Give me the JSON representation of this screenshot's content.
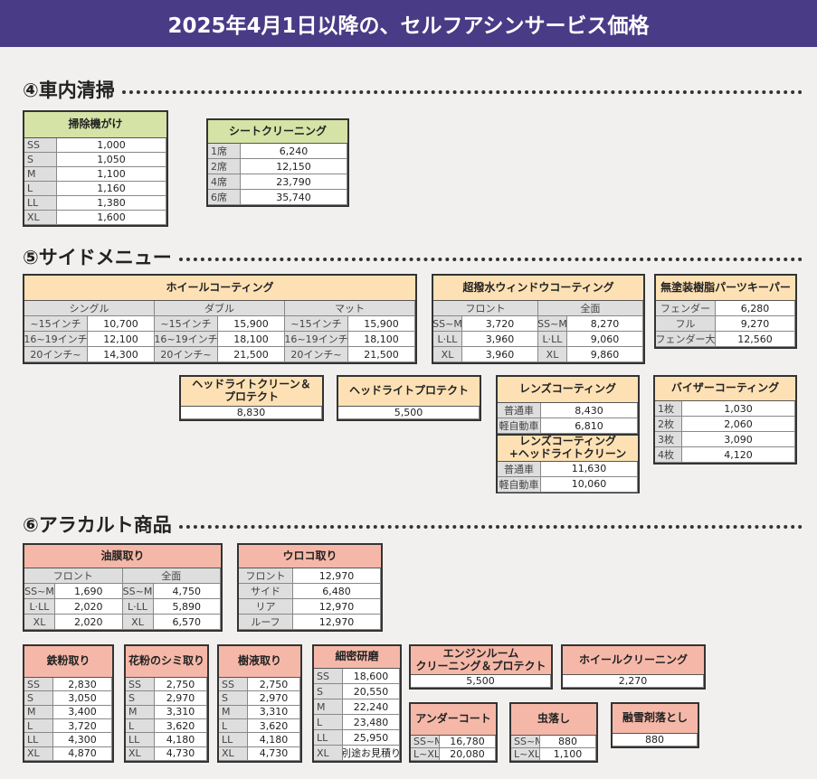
{
  "title": "2025年4月1日以降の、セルフアシンサービス価格",
  "sections": {
    "s4": "④車内清掃",
    "s5": "⑤サイドメニュー",
    "s6": "⑥アラカルト商品"
  },
  "tables": {
    "vacuum": {
      "title": "掃除機がけ",
      "rows": [
        [
          "SS",
          "1,000"
        ],
        [
          "S",
          "1,050"
        ],
        [
          "M",
          "1,100"
        ],
        [
          "L",
          "1,160"
        ],
        [
          "LL",
          "1,380"
        ],
        [
          "XL",
          "1,600"
        ]
      ]
    },
    "seat": {
      "title": "シートクリーニング",
      "rows": [
        [
          "1席",
          "6,240"
        ],
        [
          "2席",
          "12,150"
        ],
        [
          "4席",
          "23,790"
        ],
        [
          "6席",
          "35,740"
        ]
      ]
    },
    "wheel": {
      "title": "ホイールコーティング",
      "groups": [
        "シングル",
        "ダブル",
        "マット"
      ],
      "rows": [
        [
          "~15インチ",
          "10,700",
          "~15インチ",
          "15,900",
          "~15インチ",
          "15,900"
        ],
        [
          "16~19インチ",
          "12,100",
          "16~19インチ",
          "18,100",
          "16~19インチ",
          "18,100"
        ],
        [
          "20インチ~",
          "14,300",
          "20インチ~",
          "21,500",
          "20インチ~",
          "21,500"
        ]
      ]
    },
    "window": {
      "title": "超撥水ウィンドウコーティング",
      "groups": [
        "フロント",
        "全面"
      ],
      "rows": [
        [
          "SS~M",
          "3,720",
          "SS~M",
          "8,270"
        ],
        [
          "L·LL",
          "3,960",
          "L·LL",
          "9,060"
        ],
        [
          "XL",
          "3,960",
          "XL",
          "9,860"
        ]
      ]
    },
    "keeper": {
      "title": "無塗装樹脂パーツキーパー",
      "rows": [
        [
          "フェンダー",
          "6,280"
        ],
        [
          "フル",
          "9,270"
        ],
        [
          "フェンダー大",
          "12,560"
        ]
      ]
    },
    "hl_clean": {
      "title": "ヘッドライトクリーン＆\nプロテクト",
      "rows": [
        [
          "8,830"
        ]
      ]
    },
    "hl_protect": {
      "title": "ヘッドライトプロテクト",
      "rows": [
        [
          "5,500"
        ]
      ]
    },
    "lens": {
      "title": "レンズコーティング",
      "rows": [
        [
          "普通車",
          "8,430"
        ],
        [
          "軽自動車",
          "6,810"
        ]
      ]
    },
    "lens_hl": {
      "title": "レンズコーティング\n+ヘッドライトクリーン",
      "rows": [
        [
          "普通車",
          "11,630"
        ],
        [
          "軽自動車",
          "10,060"
        ]
      ]
    },
    "visor": {
      "title": "バイザーコーティング",
      "rows": [
        [
          "1枚",
          "1,030"
        ],
        [
          "2枚",
          "2,060"
        ],
        [
          "3枚",
          "3,090"
        ],
        [
          "4枚",
          "4,120"
        ]
      ]
    },
    "oilfilm": {
      "title": "油膜取り",
      "groups": [
        "フロント",
        "全面"
      ],
      "rows": [
        [
          "SS~M",
          "1,690",
          "SS~M",
          "4,750"
        ],
        [
          "L·LL",
          "2,020",
          "L·LL",
          "5,890"
        ],
        [
          "XL",
          "2,020",
          "XL",
          "6,570"
        ]
      ]
    },
    "uroko": {
      "title": "ウロコ取り",
      "rows": [
        [
          "フロント",
          "12,970"
        ],
        [
          "サイド",
          "6,480"
        ],
        [
          "リア",
          "12,970"
        ],
        [
          "ルーフ",
          "12,970"
        ]
      ]
    },
    "iron": {
      "title": "鉄粉取り",
      "rows": [
        [
          "SS",
          "2,830"
        ],
        [
          "S",
          "3,050"
        ],
        [
          "M",
          "3,400"
        ],
        [
          "L",
          "3,720"
        ],
        [
          "LL",
          "4,300"
        ],
        [
          "XL",
          "4,870"
        ]
      ]
    },
    "pollen": {
      "title": "花粉のシミ取り",
      "rows": [
        [
          "SS",
          "2,750"
        ],
        [
          "S",
          "2,970"
        ],
        [
          "M",
          "3,310"
        ],
        [
          "L",
          "3,620"
        ],
        [
          "LL",
          "4,180"
        ],
        [
          "XL",
          "4,730"
        ]
      ]
    },
    "sap": {
      "title": "樹液取り",
      "rows": [
        [
          "SS",
          "2,750"
        ],
        [
          "S",
          "2,970"
        ],
        [
          "M",
          "3,310"
        ],
        [
          "L",
          "3,620"
        ],
        [
          "LL",
          "4,180"
        ],
        [
          "XL",
          "4,730"
        ]
      ]
    },
    "polish": {
      "title": "細密研磨",
      "rows": [
        [
          "SS",
          "18,600"
        ],
        [
          "S",
          "20,550"
        ],
        [
          "M",
          "22,240"
        ],
        [
          "L",
          "23,480"
        ],
        [
          "LL",
          "25,950"
        ],
        [
          "XL",
          "別途お見積り"
        ]
      ]
    },
    "engine": {
      "title": "エンジンルーム\nクリーニング＆プロテクト",
      "rows": [
        [
          "5,500"
        ]
      ]
    },
    "wheelclean": {
      "title": "ホイールクリーニング",
      "rows": [
        [
          "2,270"
        ]
      ]
    },
    "undercoat": {
      "title": "アンダーコート",
      "rows": [
        [
          "SS~M",
          "16,780"
        ],
        [
          "L~XL",
          "20,080"
        ]
      ]
    },
    "bug": {
      "title": "虫落し",
      "rows": [
        [
          "SS~M",
          "880"
        ],
        [
          "L~XL",
          "1,100"
        ]
      ]
    },
    "snow": {
      "title": "融雪剤落とし",
      "rows": [
        [
          "880"
        ]
      ]
    }
  }
}
